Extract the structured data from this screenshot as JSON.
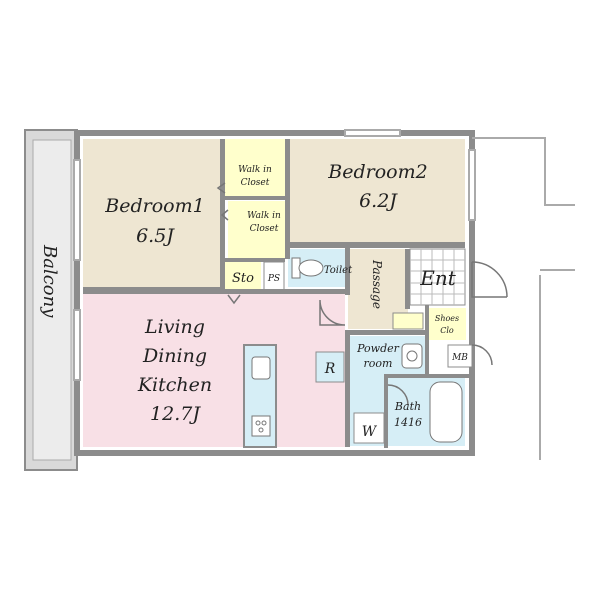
{
  "rooms": {
    "bedroom1": {
      "name": "Bedroom1",
      "size": "6.5J"
    },
    "bedroom2": {
      "name": "Bedroom2",
      "size": "6.2J"
    },
    "ldk": {
      "line1": "Living",
      "line2": "Dining",
      "line3": "Kitchen",
      "size": "12.7J"
    },
    "walkin1": {
      "line1": "Walk in",
      "line2": "Closet"
    },
    "walkin2": {
      "line1": "Walk in",
      "line2": "Closet"
    },
    "storage": "Sto",
    "pipe_space": "PS",
    "toilet": "Toilet",
    "passage": "Passage",
    "entrance": "Ent",
    "shoes_closet": {
      "line1": "Shoes",
      "line2": "Clo"
    },
    "powder_room": {
      "line1": "Powder",
      "line2": "room"
    },
    "bath": {
      "line1": "Bath",
      "line2": "1416"
    },
    "refrigerator": "R",
    "washer": "W",
    "meter_box": "MB",
    "balcony": "Balcony"
  },
  "colors": {
    "bedroom": "#eee6d2",
    "ldk": "#f8e0e6",
    "closet": "#ffffcc",
    "water": "#d6eef6",
    "balcony": "#d9d9d9",
    "wall": "#8c8c8c"
  }
}
